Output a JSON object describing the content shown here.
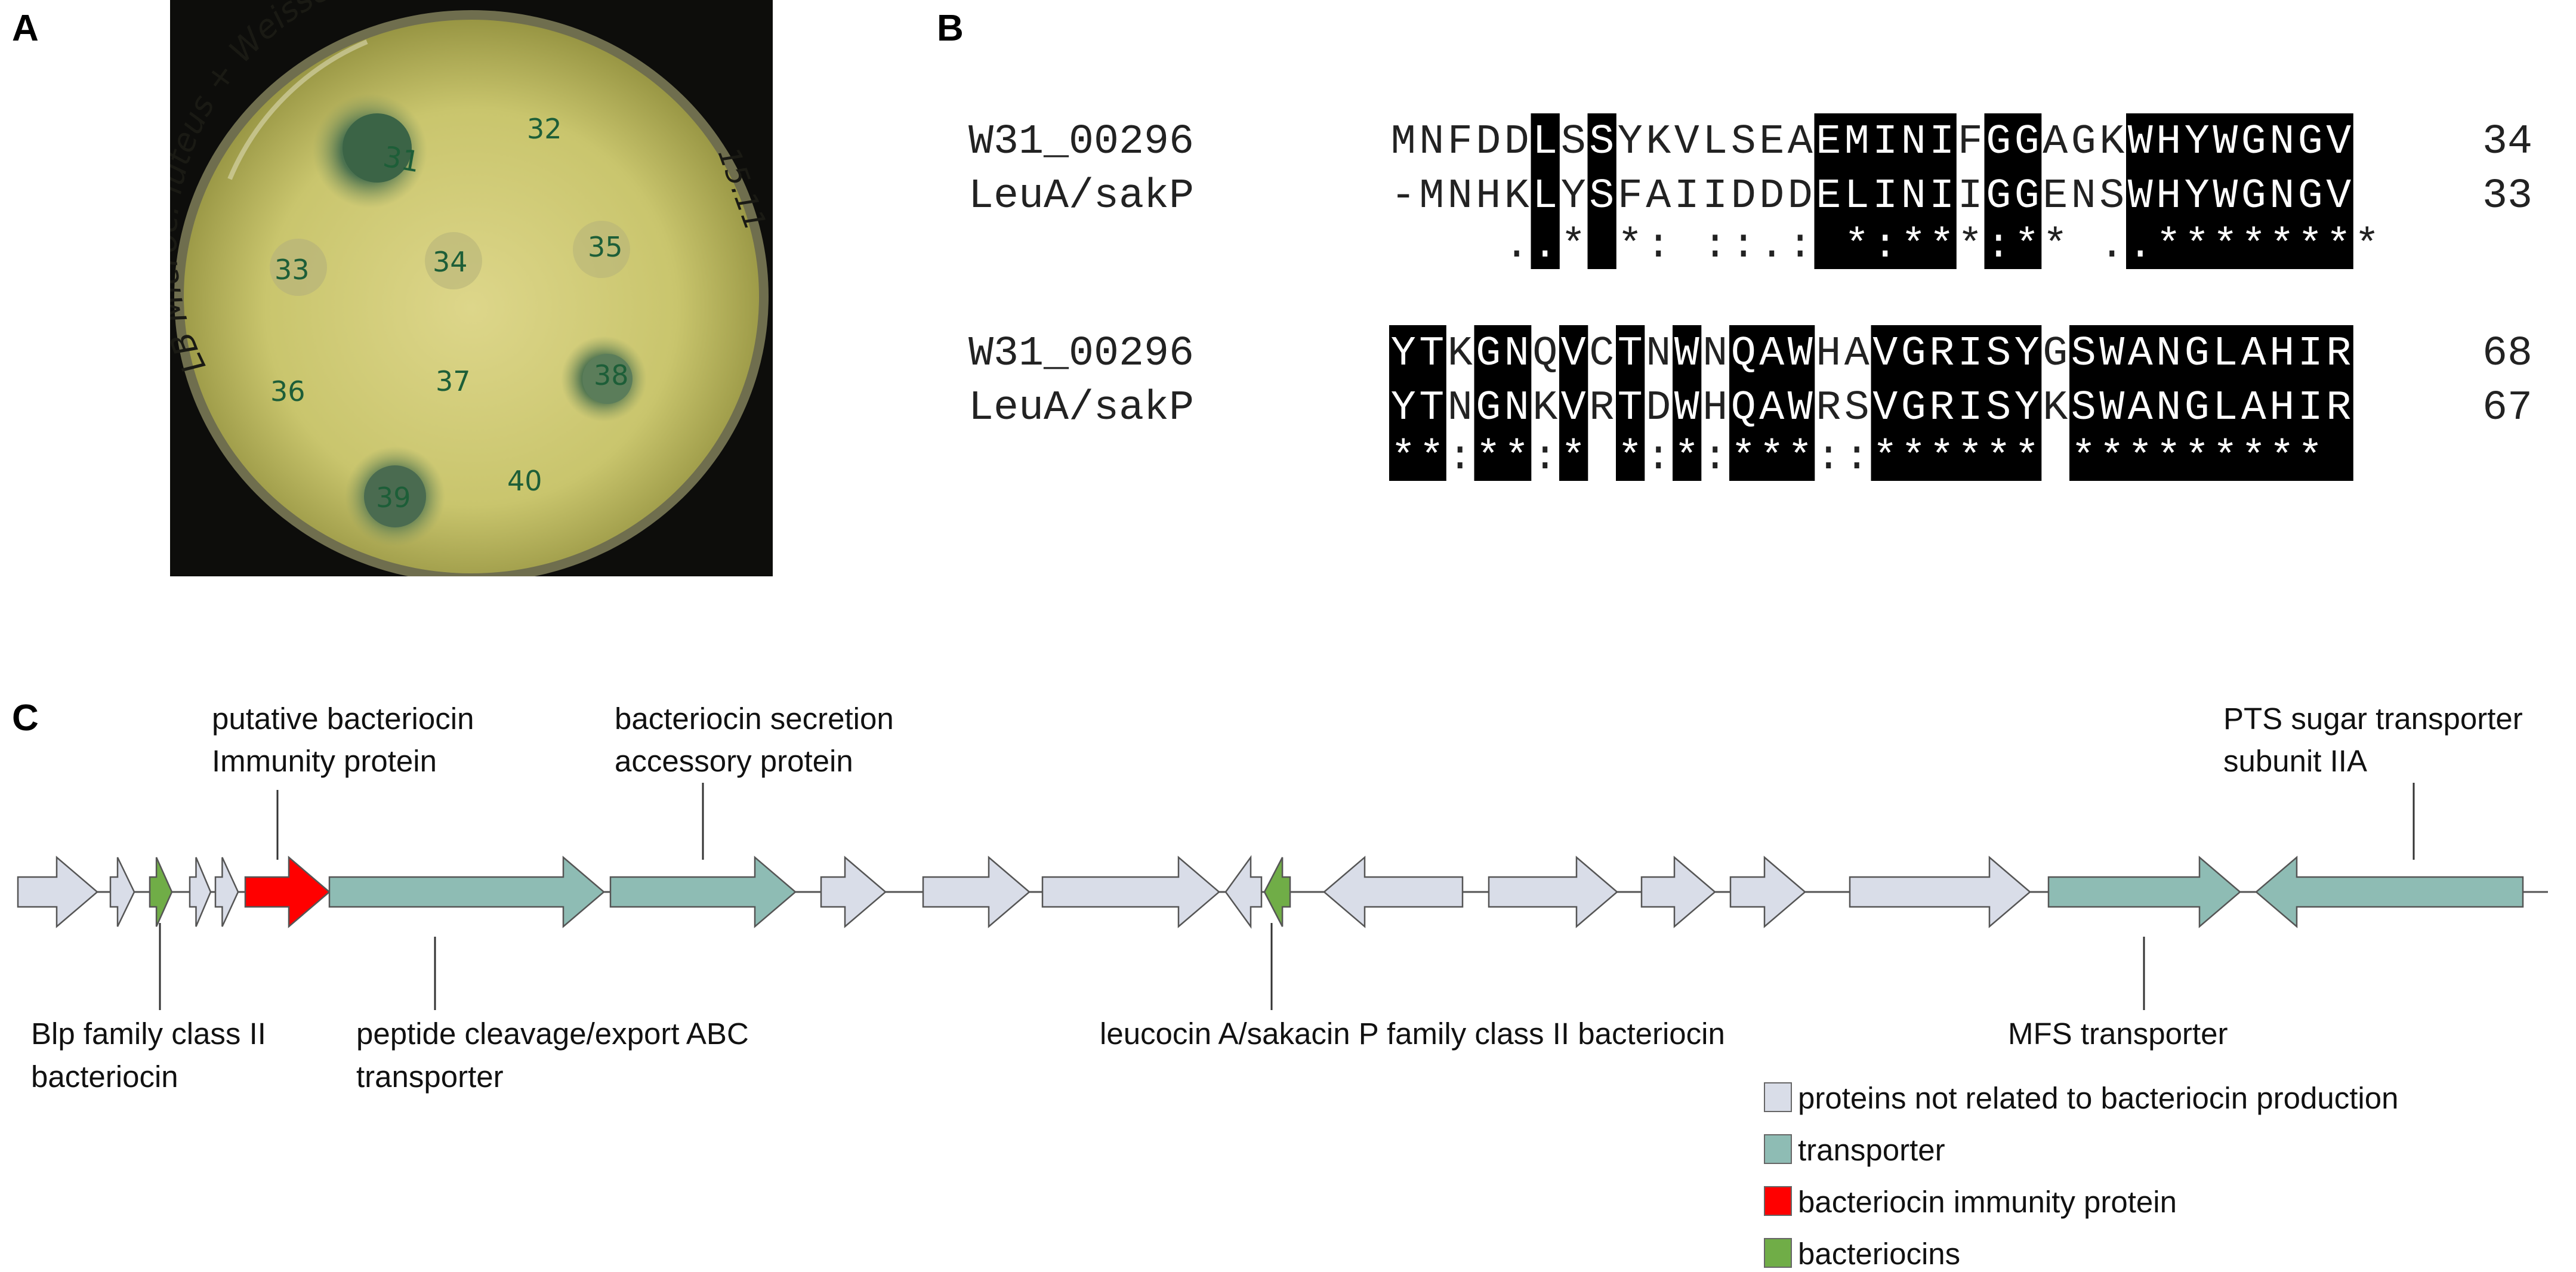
{
  "panels": {
    "a": "A",
    "b": "B",
    "c": "C"
  },
  "plate": {
    "handwriting": "LB Microc. luteus + Weissella",
    "date": "15.11",
    "spots": [
      "31",
      "32",
      "33",
      "34",
      "35",
      "36",
      "37",
      "38",
      "39",
      "40"
    ]
  },
  "alignment": {
    "blocks": [
      {
        "rows": [
          {
            "name": "W31_00296",
            "seq": "MNFDDLSSYKVLSEAEMINIFGGAGKWHYWGNGV",
            "end": "34"
          },
          {
            "name": "LeuA/sakP",
            "seq": "-MNHKLYSFAIIDDDELINIIGGENSWHYWGNGV",
            "end": "33"
          }
        ],
        "consensus": "    ..* *: ::.: *:***:** ..********",
        "highlight": [
          5,
          7,
          15,
          16,
          17,
          18,
          19,
          21,
          22,
          26,
          27,
          28,
          29,
          30,
          31,
          32,
          33
        ]
      },
      {
        "rows": [
          {
            "name": "W31_00296",
            "seq": "YTKGNQVCTNWNQAWHAVGRISYGSWANGLAHIR",
            "end": "68"
          },
          {
            "name": "LeuA/sakP",
            "seq": "YTNGNKVRTDWHQAWRSVGRISYKSWANGLAHIR",
            "end": "67"
          }
        ],
        "consensus": "**:**:* *:*:***::****** *********",
        "highlight": [
          0,
          1,
          3,
          4,
          6,
          8,
          10,
          12,
          13,
          14,
          17,
          18,
          19,
          20,
          21,
          22,
          24,
          25,
          26,
          27,
          28,
          29,
          30,
          31,
          32,
          33
        ]
      }
    ]
  },
  "gene_map": {
    "annotations": {
      "immunity": [
        "putative bacteriocin",
        "Immunity protein"
      ],
      "secretion": [
        "bacteriocin secretion",
        "accessory protein"
      ],
      "pts": [
        "PTS sugar transporter",
        "subunit IIA"
      ],
      "blp": [
        "Blp family class II",
        "bacteriocin"
      ],
      "abc": [
        "peptide cleavage/export ABC",
        "transporter"
      ],
      "leucocin": [
        "leucocin A/sakacin P family class II bacteriocin"
      ],
      "mfs": [
        "MFS transporter"
      ]
    },
    "genes": [
      {
        "type": "other",
        "strand": "+",
        "start": 30,
        "end": 163
      },
      {
        "type": "other",
        "strand": "+",
        "start": 185,
        "end": 225
      },
      {
        "type": "bacteriocin",
        "strand": "+",
        "start": 251,
        "end": 288
      },
      {
        "type": "other",
        "strand": "+",
        "start": 318,
        "end": 353
      },
      {
        "type": "other",
        "strand": "+",
        "start": 361,
        "end": 399
      },
      {
        "type": "immunity",
        "strand": "+",
        "start": 411,
        "end": 552
      },
      {
        "type": "transporter",
        "strand": "+",
        "start": 552,
        "end": 1012
      },
      {
        "type": "transporter",
        "strand": "+",
        "start": 1023,
        "end": 1333
      },
      {
        "type": "other",
        "strand": "+",
        "start": 1376,
        "end": 1484
      },
      {
        "type": "other",
        "strand": "+",
        "start": 1547,
        "end": 1725
      },
      {
        "type": "other",
        "strand": "+",
        "start": 1747,
        "end": 2043
      },
      {
        "type": "other",
        "strand": "-",
        "start": 2054,
        "end": 2114
      },
      {
        "type": "bacteriocin",
        "strand": "-",
        "start": 2119,
        "end": 2162
      },
      {
        "type": "other",
        "strand": "-",
        "start": 2219,
        "end": 2451
      },
      {
        "type": "other",
        "strand": "+",
        "start": 2495,
        "end": 2710
      },
      {
        "type": "other",
        "strand": "+",
        "start": 2751,
        "end": 2874
      },
      {
        "type": "other",
        "strand": "+",
        "start": 2900,
        "end": 3025
      },
      {
        "type": "other",
        "strand": "+",
        "start": 3100,
        "end": 3402
      },
      {
        "type": "transporter",
        "strand": "+",
        "start": 3433,
        "end": 3754
      },
      {
        "type": "transporter",
        "strand": "-",
        "start": 3781,
        "end": 4228
      }
    ],
    "legend": [
      {
        "label": "proteins not related to bacteriocin production",
        "color": "#d9dde8"
      },
      {
        "label": "transporter",
        "color": "#8ebcb4"
      },
      {
        "label": "bacteriocin immunity protein",
        "color": "#ff0000"
      },
      {
        "label": "bacteriocins",
        "color": "#70ad47"
      }
    ],
    "colors": {
      "other": "#d9dde8",
      "transporter": "#8ebcb4",
      "immunity": "#ff0000",
      "bacteriocin": "#70ad47"
    }
  }
}
